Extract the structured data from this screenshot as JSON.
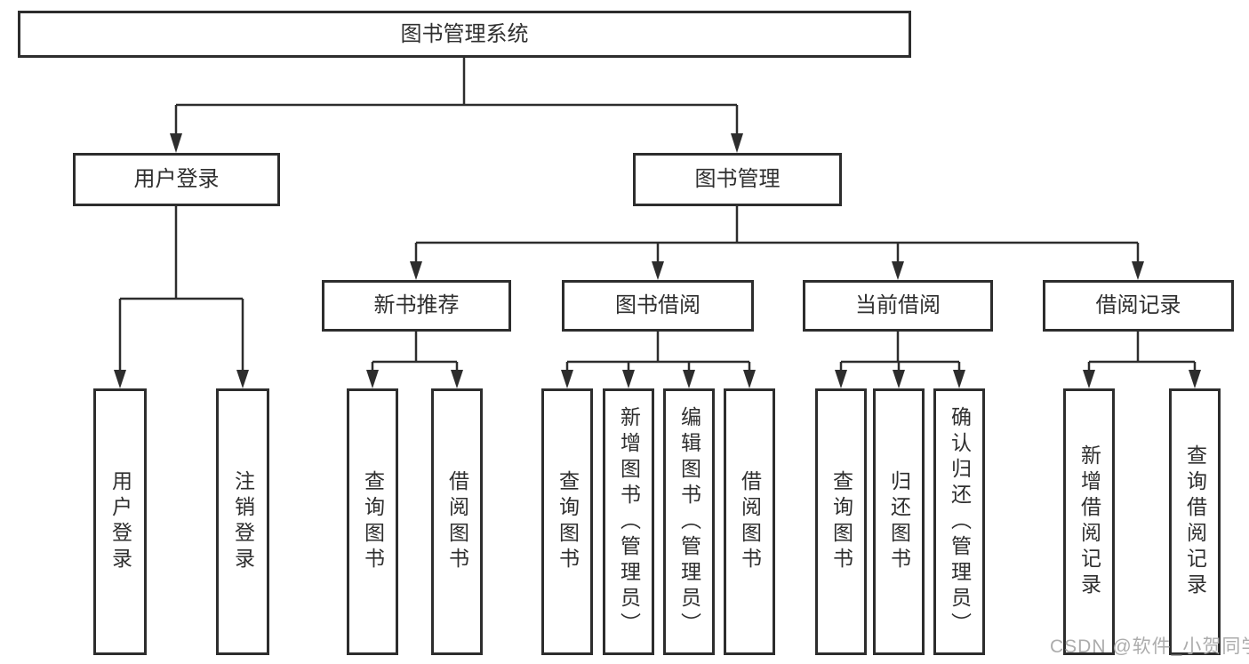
{
  "diagram": {
    "root": {
      "label": "图书管理系统"
    },
    "level1": [
      {
        "id": "user-login",
        "label": "用户登录"
      },
      {
        "id": "book-management",
        "label": "图书管理"
      }
    ],
    "level2": [
      {
        "id": "new-book-recommendation",
        "label": "新书推荐",
        "parent": "图书管理"
      },
      {
        "id": "book-borrowing",
        "label": "图书借阅",
        "parent": "图书管理"
      },
      {
        "id": "current-borrowing",
        "label": "当前借阅",
        "parent": "图书管理"
      },
      {
        "id": "borrowing-records",
        "label": "借阅记录",
        "parent": "图书管理"
      }
    ],
    "level3": [
      {
        "parent": "用户登录",
        "label": "用户登录"
      },
      {
        "parent": "用户登录",
        "label": "注销登录"
      },
      {
        "parent": "新书推荐",
        "label": "查询图书"
      },
      {
        "parent": "新书推荐",
        "label": "借阅图书"
      },
      {
        "parent": "图书借阅",
        "label": "查询图书"
      },
      {
        "parent": "图书借阅",
        "label": "新增图书（管理员）"
      },
      {
        "parent": "图书借阅",
        "label": "编辑图书（管理员）"
      },
      {
        "parent": "图书借阅",
        "label": "借阅图书"
      },
      {
        "parent": "当前借阅",
        "label": "查询图书"
      },
      {
        "parent": "当前借阅",
        "label": "归还图书"
      },
      {
        "parent": "当前借阅",
        "label": "确认归还（管理员）"
      },
      {
        "parent": "借阅记录",
        "label": "新增借阅记录"
      },
      {
        "parent": "借阅记录",
        "label": "查询借阅记录"
      }
    ],
    "watermark": "CSDN @软件_小贺同学",
    "colors": {
      "line": "#2d2d2d",
      "box_border": "#2d2d2d",
      "text": "#2f2f2f",
      "watermark": "#a8a8a8",
      "background": "#ffffff"
    }
  }
}
